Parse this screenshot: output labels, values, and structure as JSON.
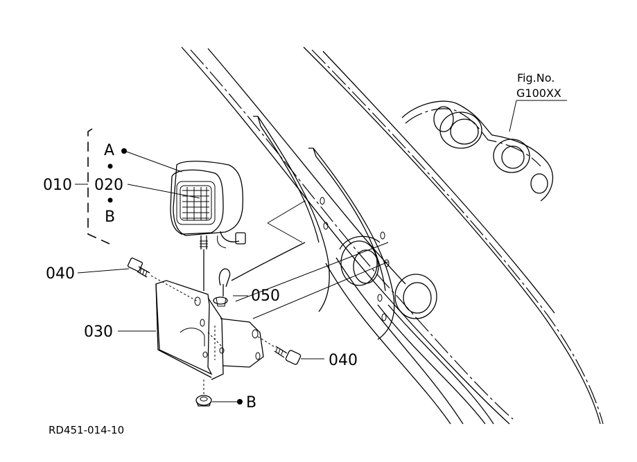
{
  "figure": {
    "fig_no_label": "Fig.No.",
    "fig_no_value": "G100XX",
    "drawing_code": "RD451-014-10"
  },
  "callouts": {
    "part_010": "010",
    "part_020": "020",
    "part_030": "030",
    "part_040_left": "040",
    "part_040_right": "040",
    "part_050": "050",
    "ref_a": "A",
    "ref_b_upper": "B",
    "ref_b_lower": "B"
  }
}
